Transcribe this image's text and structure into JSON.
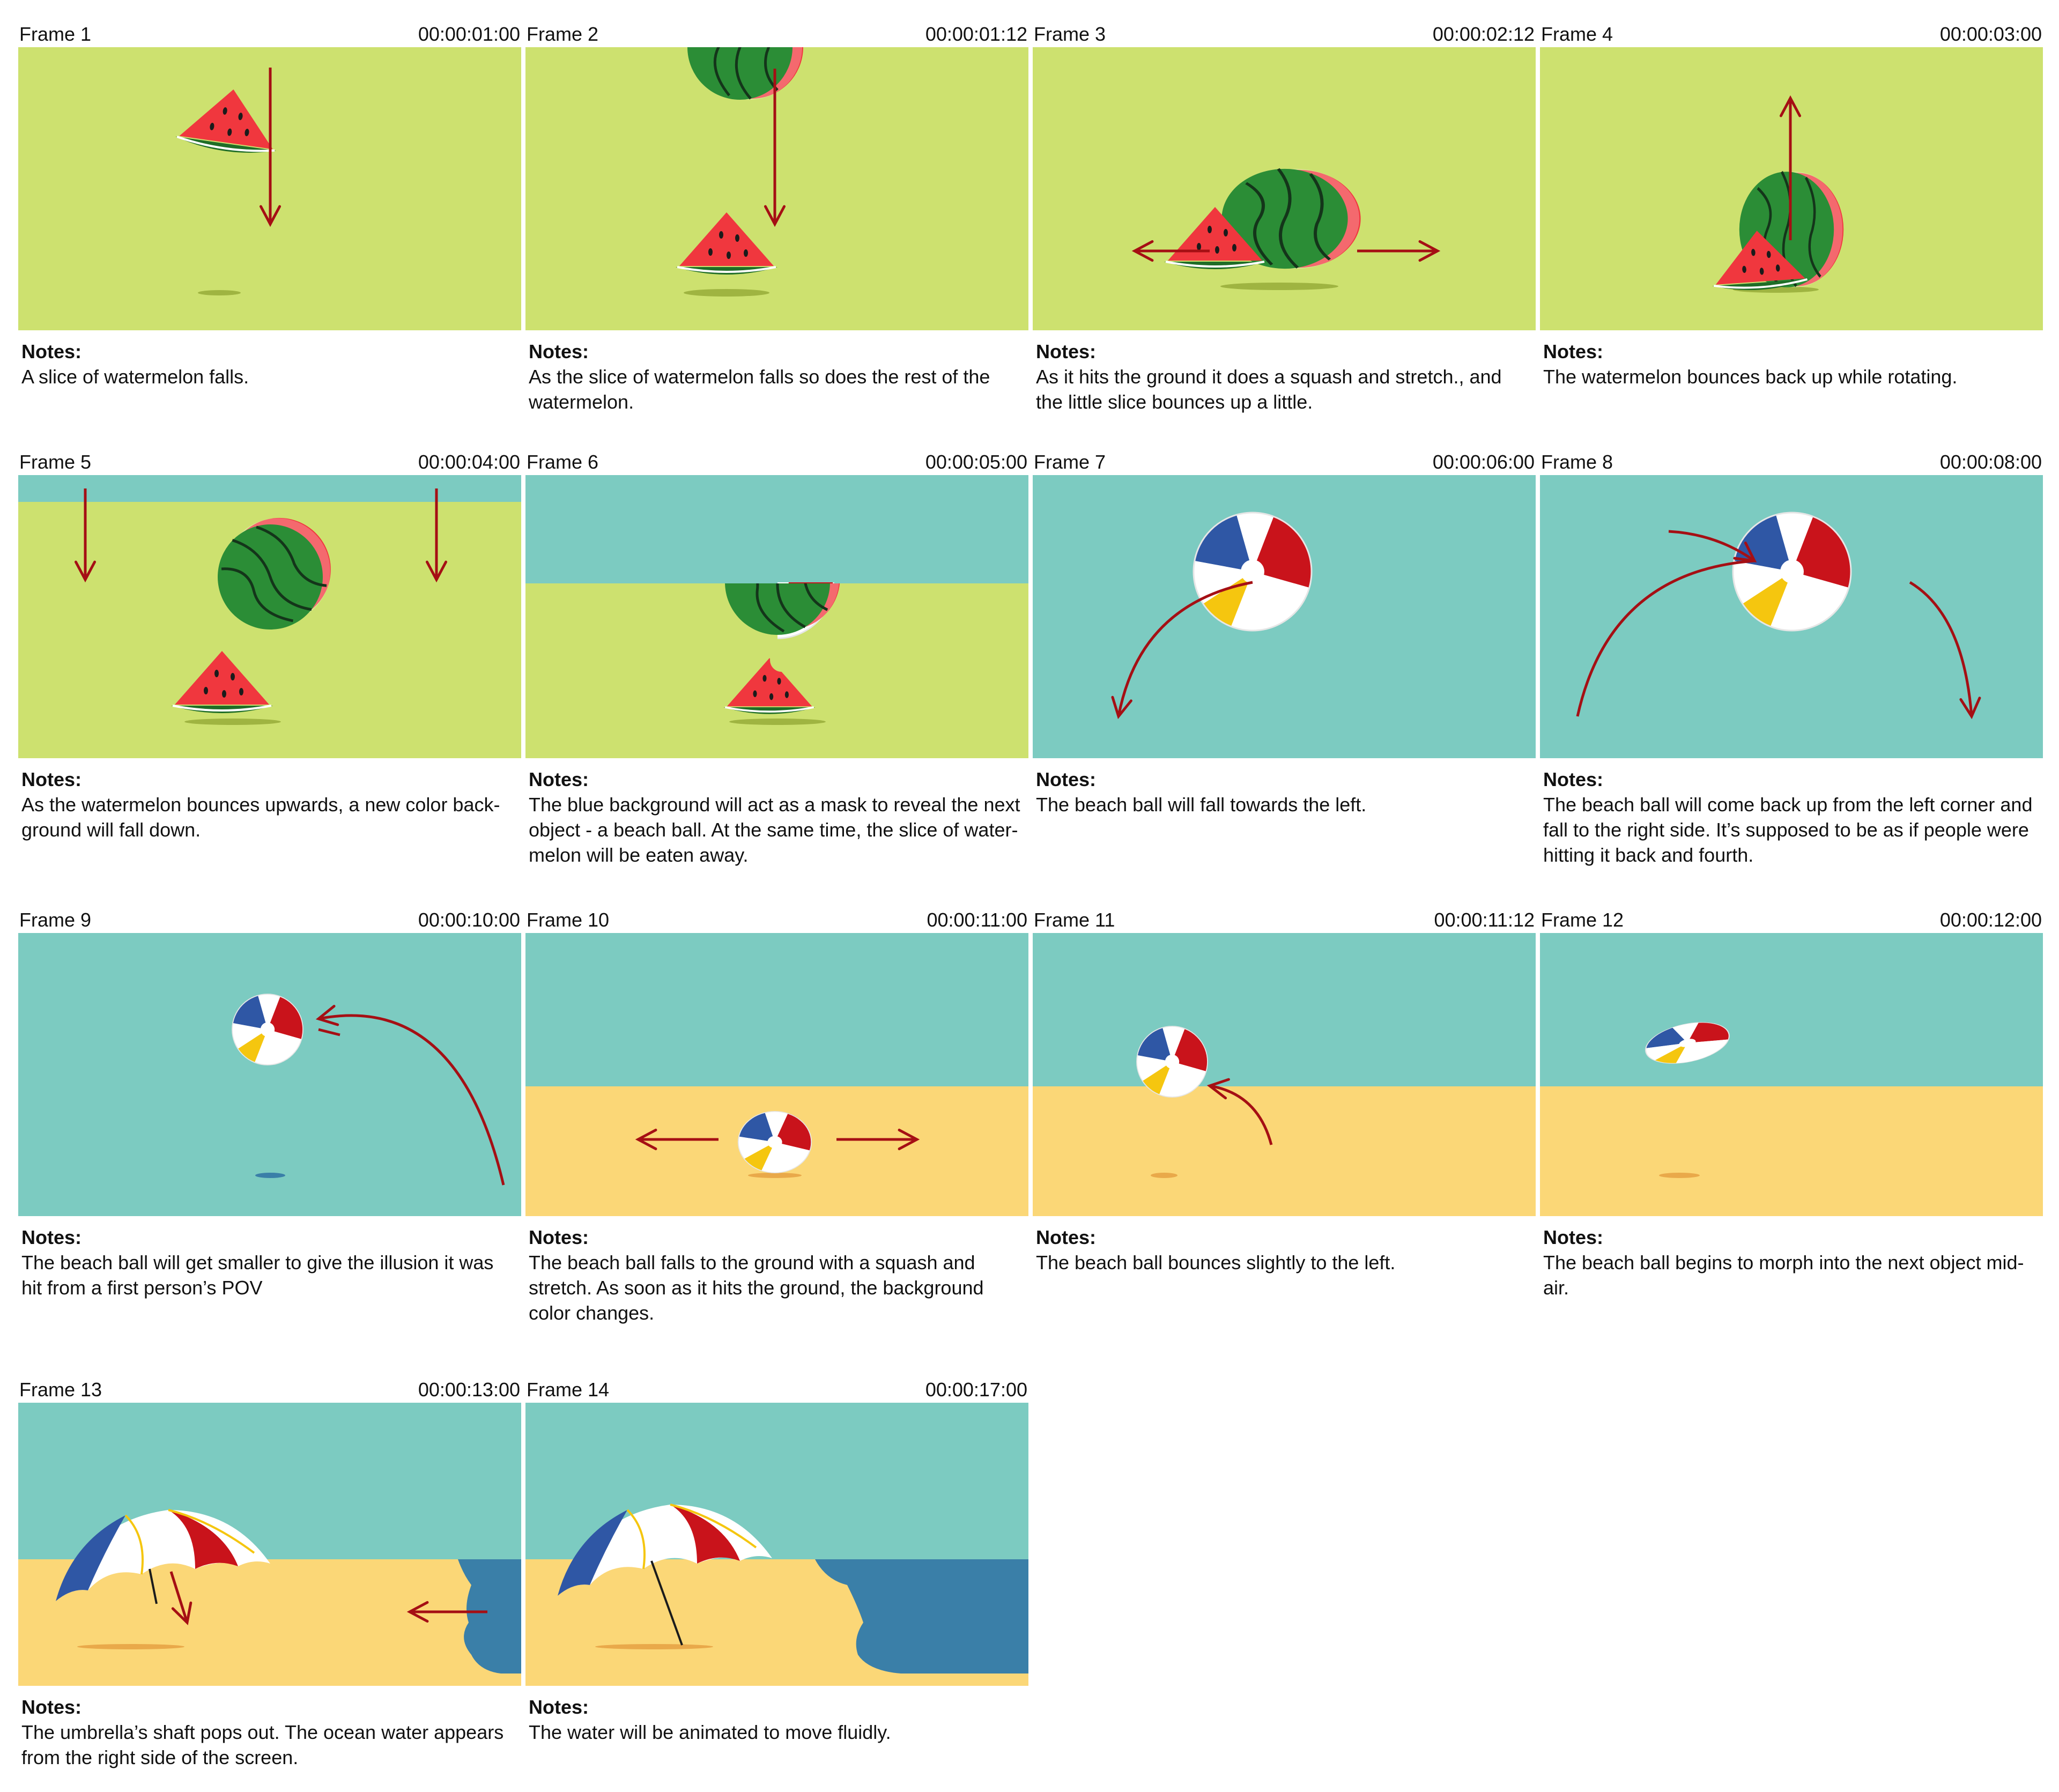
{
  "notes_label": "Notes:",
  "colors": {
    "lime": "#cde16f",
    "teal": "#7ccbc1",
    "sand": "#fbd777",
    "ocean": "#3a7fa8",
    "arrow": "#a50f14",
    "melon_green": "#2b8d36",
    "melon_red": "#f0373e",
    "ball_blue": "#2f57a5",
    "ball_red": "#c9131b",
    "ball_yellow": "#f5c60f"
  },
  "frames": [
    {
      "label": "Frame 1",
      "time": "00:00:01:00",
      "notes": "A slice of watermelon falls."
    },
    {
      "label": "Frame 2",
      "time": "00:00:01:12",
      "notes": "As the slice of watermelon falls so does the rest of the watermelon."
    },
    {
      "label": "Frame 3",
      "time": "00:00:02:12",
      "notes": "As it hits the ground it does a squash and stretch., and the little slice bounces up a little."
    },
    {
      "label": "Frame 4",
      "time": "00:00:03:00",
      "notes": "The watermelon bounces back up while rotating."
    },
    {
      "label": "Frame 5",
      "time": "00:00:04:00",
      "notes": "As the watermelon bounces upwards, a new color back-ground will fall down."
    },
    {
      "label": "Frame 6",
      "time": "00:00:05:00",
      "notes": "The blue background will act as a mask to reveal the next object - a beach ball. At the same time, the slice of water-melon will be eaten away."
    },
    {
      "label": "Frame 7",
      "time": "00:00:06:00",
      "notes": "The beach ball will fall towards the left."
    },
    {
      "label": "Frame 8",
      "time": "00:00:08:00",
      "notes": "The beach ball will come back up from the left corner and fall to the right side. It’s supposed to be as if people were hitting it back and fourth."
    },
    {
      "label": "Frame 9",
      "time": "00:00:10:00",
      "notes": "The beach ball will get smaller to give the illusion it was hit from a first person’s POV"
    },
    {
      "label": "Frame 10",
      "time": "00:00:11:00",
      "notes": "The beach ball falls to the ground with a squash and stretch. As soon as it hits the ground, the background color changes."
    },
    {
      "label": "Frame 11",
      "time": "00:00:11:12",
      "notes": "The beach ball bounces slightly to the left."
    },
    {
      "label": "Frame 12",
      "time": "00:00:12:00",
      "notes": "The beach ball begins to morph into the next object mid-air."
    },
    {
      "label": "Frame 13",
      "time": "00:00:13:00",
      "notes": "The umbrella’s shaft pops out. The ocean water appears from the right side of the screen."
    },
    {
      "label": "Frame 14",
      "time": "00:00:17:00",
      "notes": "The water will be animated to move fluidly."
    }
  ]
}
